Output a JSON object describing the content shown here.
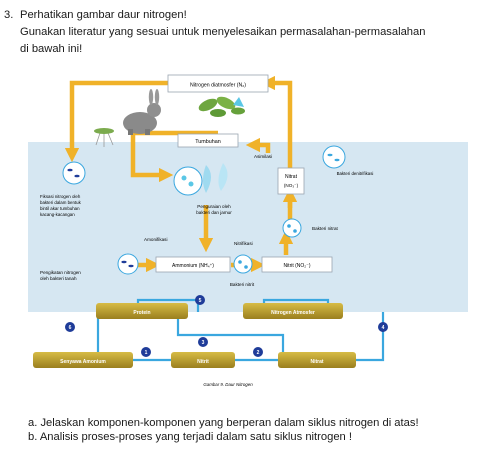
{
  "question": {
    "number": "3.",
    "line1": "Perhatikan gambar daur nitrogen!",
    "line2": "Gunakan literatur yang sesuai untuk menyelesaikan permasalahan-permasalahan",
    "line3": "di bawah ini!"
  },
  "figure": {
    "nitrogen_air": "Nitrogen diatmosfer (N₂)",
    "plant": "Tumbuhan",
    "assimilation": "Asimilasi",
    "nitrate_box": "Nitrat",
    "nitrate_formula": "(NO₃⁻)",
    "denitrifying": "Bakteri denitrifikasi",
    "fixation_1": "Fiksasi nitrogen oleh",
    "fixation_2": "bakteri dalam bentuk",
    "fixation_3": "bintil akar tumbuhan",
    "fixation_4": "kacang-kacangan",
    "decomposer_1": "Penguraian oleh",
    "decomposer_2": "bakteri dan jamur",
    "nitrate_bacteria": "Bakteri nitrat",
    "ammonification": "Amonifikasi",
    "nitrification": "Nitrifikasi",
    "ammonium": "Ammonium (NH₄⁺)",
    "nitrite": "Nitrit (NO₂⁻)",
    "soil_fixing_1": "Pengikatan nitrogen",
    "soil_fixing_2": "oleh bakteri tanah",
    "nitrite_bacteria": "Bakteri nitrit",
    "protein": "Protein",
    "atm_nitrogen": "Nitrogen Atmosfer",
    "ammonium_compound": "Senyawa Amonium",
    "nitrite_bar": "Nitrit",
    "nitrate_bar": "Nitrat",
    "caption": "Gambar 9. Daur Nitrogen",
    "step_numbers": [
      "1",
      "2",
      "3",
      "4",
      "5",
      "6"
    ]
  },
  "tasks": {
    "a": "a.  Jelaskan komponen-komponen yang berperan dalam siklus nitrogen di atas!",
    "b": "b.  Analisis proses-proses yang terjadi dalam satu siklus nitrogen !"
  },
  "colors": {
    "sky": "#ffffff",
    "soil": "#d6e7f2",
    "arrow": "#f0b229",
    "bar": "#b59a2a",
    "connector": "#3aa7df",
    "badge": "#1f3c99"
  }
}
